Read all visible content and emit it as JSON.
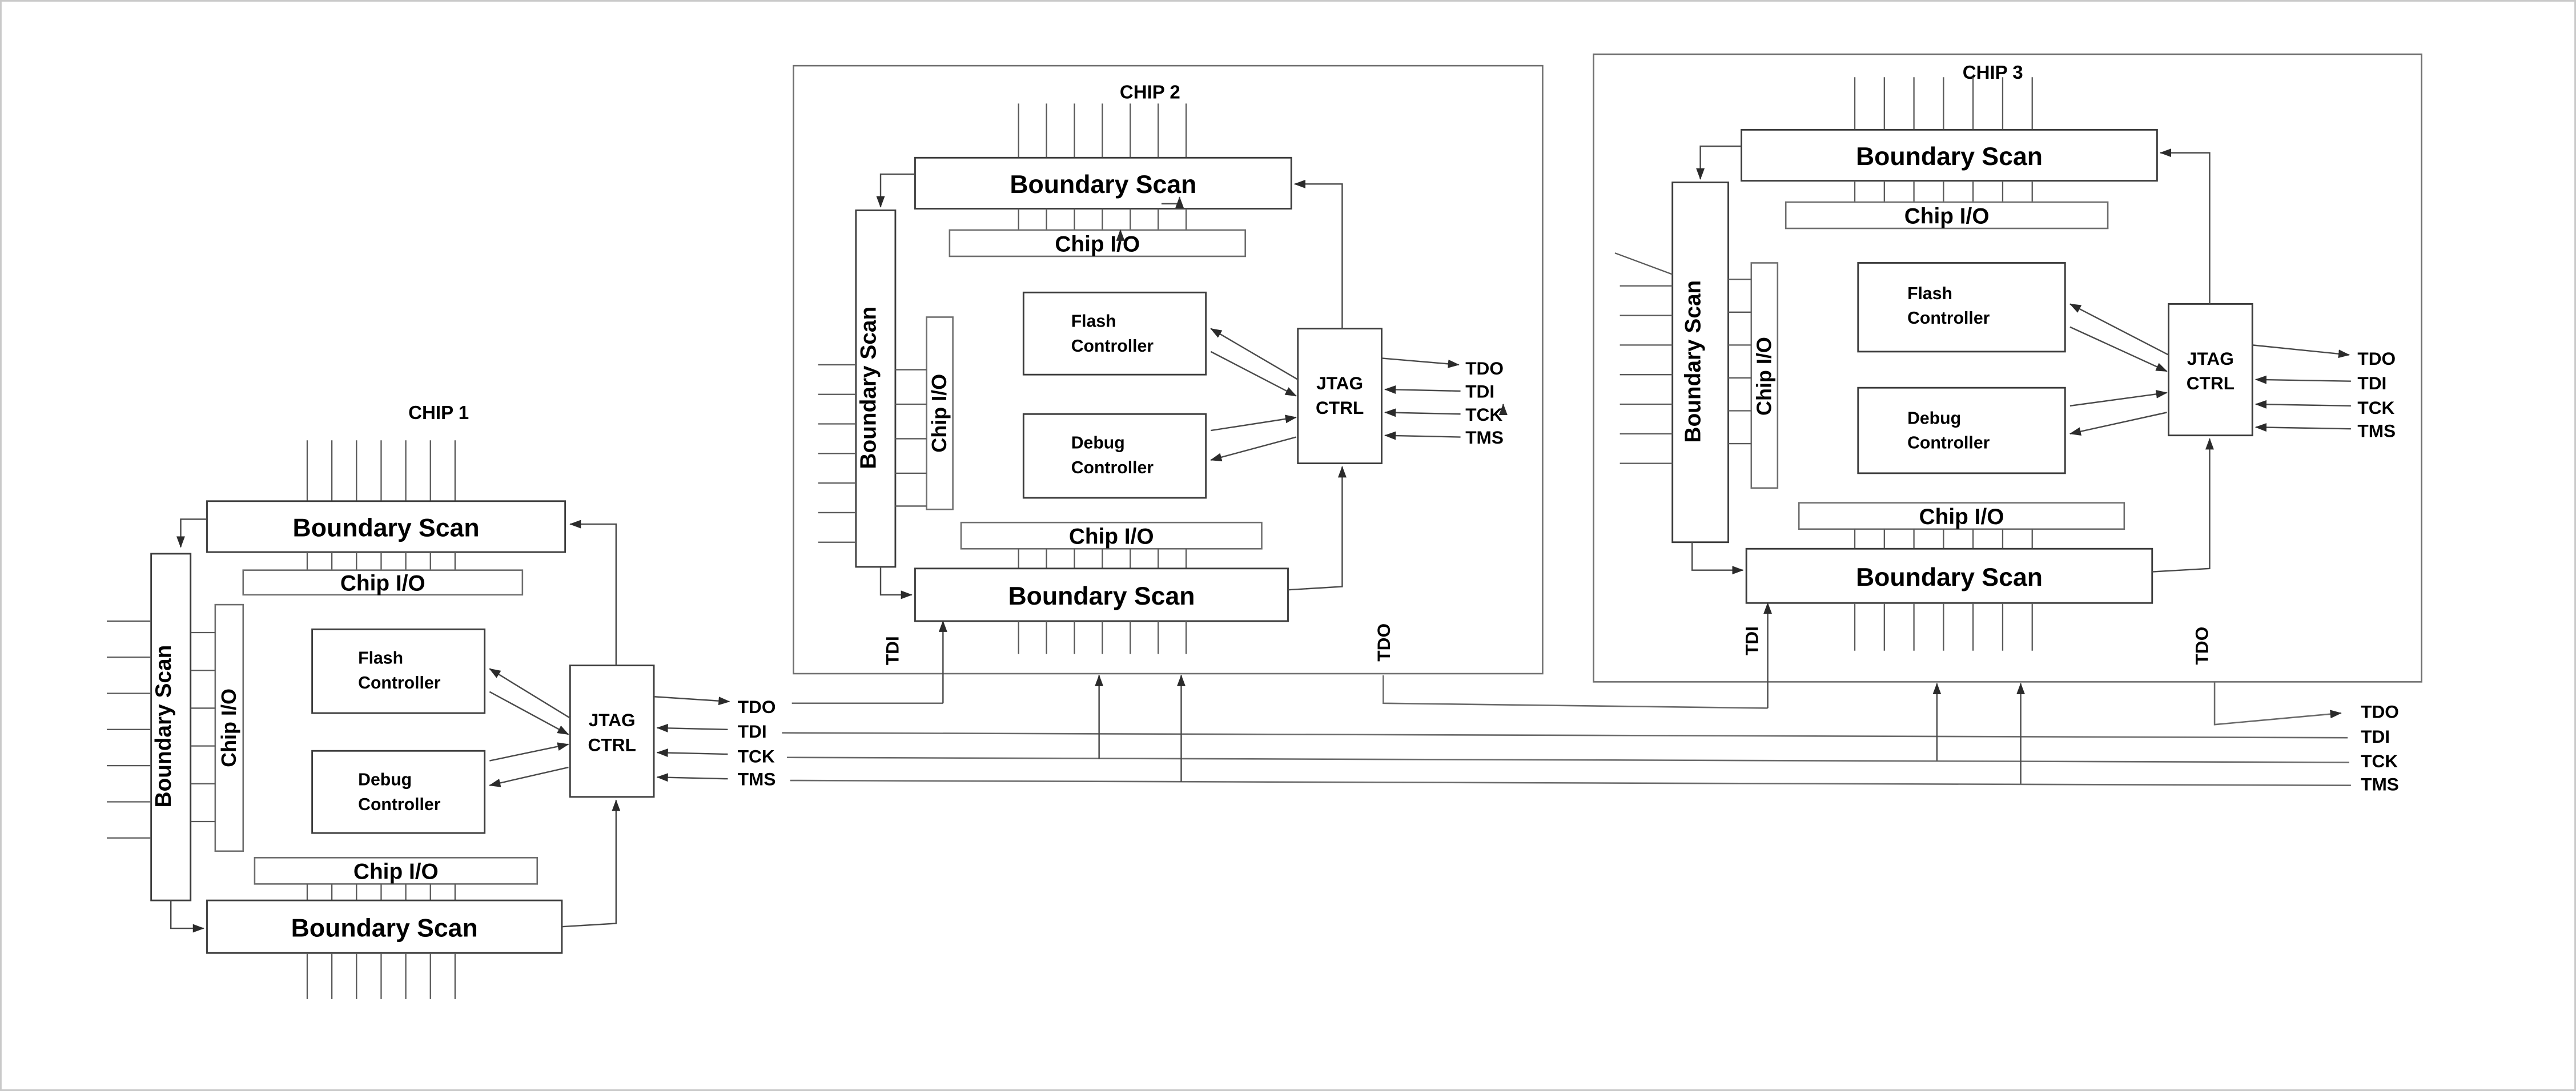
{
  "page": {
    "background": "#ffffff",
    "canvas_border_color": "#c9c9c9",
    "line_color": "#4a4a4a",
    "text_color": "#000000"
  },
  "labels": {
    "boundary_scan": "Boundary Scan",
    "chip_io": "Chip I/O",
    "flash_l1": "Flash",
    "flash_l2": "Controller",
    "debug_l1": "Debug",
    "debug_l2": "Controller",
    "jtag_l1": "JTAG",
    "jtag_l2": "CTRL"
  },
  "chips": [
    {
      "title": "CHIP 1",
      "pins": {
        "tdo": "TDO",
        "tdi": "TDI",
        "tck": "TCK",
        "tms": "TMS"
      }
    },
    {
      "title": "CHIP 2",
      "pins": {
        "tdo": "TDO",
        "tdi": "TDI",
        "tck": "TCK",
        "tms": "TMS"
      },
      "ports": {
        "tdi": "TDI",
        "tdo": "TDO"
      }
    },
    {
      "title": "CHIP 3",
      "pins": {
        "tdo": "TDO",
        "tdi": "TDI",
        "tck": "TCK",
        "tms": "TMS"
      },
      "ports": {
        "tdi": "TDI",
        "tdo": "TDO"
      }
    }
  ],
  "bus": {
    "tdo": "TDO",
    "tdi": "TDI",
    "tck": "TCK",
    "tms": "TMS"
  }
}
